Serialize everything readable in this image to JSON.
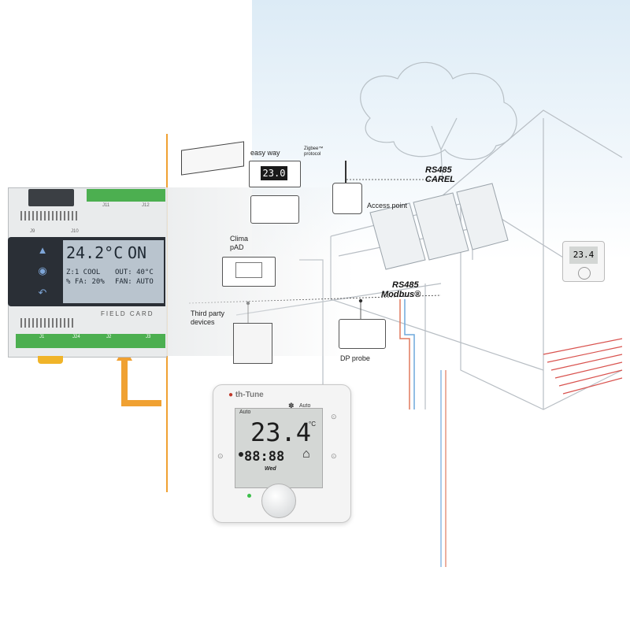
{
  "controller": {
    "lcd_temp": "24.2°C",
    "lcd_state": "ON",
    "lcd_line1_left": "Z:1 COOL",
    "lcd_line1_right": "OUT: 40°C",
    "lcd_line2_left": "% FA: 20%",
    "lcd_line2_right": "FAN: AUTO",
    "field_card": "FIELD CARD",
    "port_j9": "J9",
    "port_j10": "J10",
    "port_j11": "J11",
    "port_j12": "J12",
    "port_j2": "J2",
    "port_j3": "J3",
    "port_j24": "J24",
    "port_j1": "J1"
  },
  "diagram": {
    "easy_way": "easy way",
    "zigbee": "Zigbee™ protocol",
    "rs485_carel_1": "RS485",
    "rs485_carel_2": "CAREL",
    "access_point": "Access point",
    "clima_1": "Clima",
    "clima_2": "pAD",
    "rs485_modbus_1": "RS485",
    "rs485_modbus_2": "Modbus®",
    "third_party_1": "Third party",
    "third_party_2": "devices",
    "dp_probe": "DP probe"
  },
  "thermostat": {
    "brand": "th-Tune",
    "mode_left": "Auto",
    "mode_right": "Auto",
    "temperature": "23.4",
    "unit": "°C",
    "clock": "88:88",
    "day": "Wed",
    "small_display_value": "23.4"
  },
  "colors": {
    "orange_accent": "#f0a132",
    "controller_green": "#4caf50",
    "lcd_background": "#b9c4ce",
    "underfloor_heating": "#d9534f"
  }
}
